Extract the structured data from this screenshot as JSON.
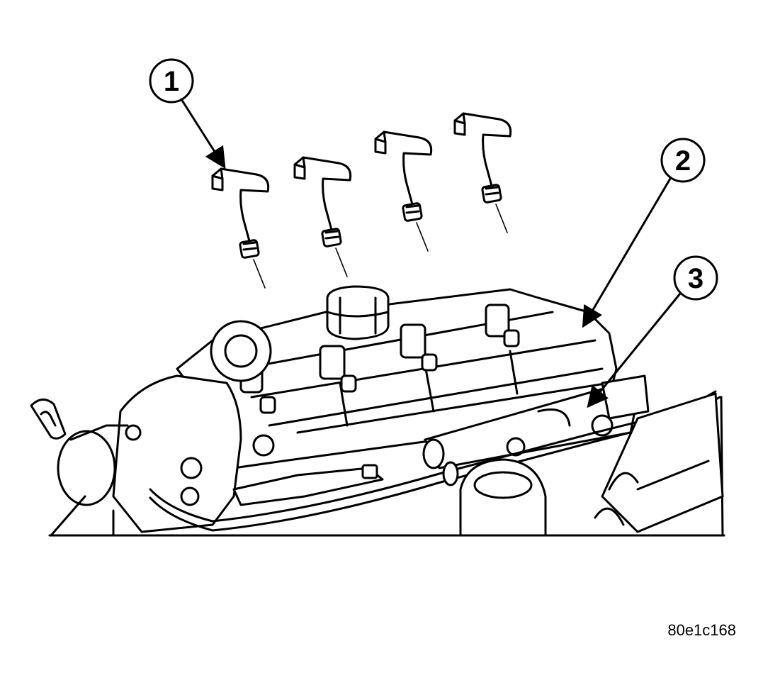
{
  "figure": {
    "code": "80e1c168"
  },
  "callouts": [
    {
      "id": "callout-1",
      "number": "1"
    },
    {
      "id": "callout-2",
      "number": "2"
    },
    {
      "id": "callout-3",
      "number": "3"
    }
  ],
  "colors": {
    "ink": "#000000",
    "background": "#ffffff"
  }
}
